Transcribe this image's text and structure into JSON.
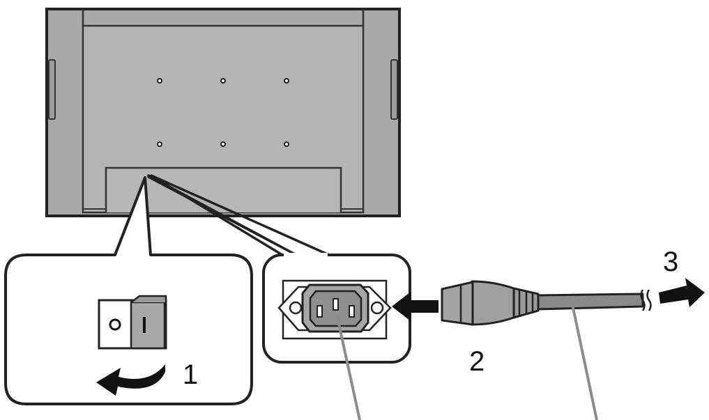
{
  "steps": [
    {
      "id": "power-switch-step",
      "label": "1"
    },
    {
      "id": "plug-in-step",
      "label": "2"
    },
    {
      "id": "wall-outlet-step",
      "label": "3"
    }
  ],
  "colors": {
    "panel": "#a8a8a8",
    "panel_light": "#bdbdbd",
    "outline": "#222222",
    "arrow": "#111111",
    "cable": "#8a8a8a",
    "leader": "#8c8c8c"
  },
  "icons": [
    "monitor-rear-icon",
    "rocker-switch-icon",
    "ac-inlet-icon",
    "power-plug-icon",
    "insert-arrow-icon",
    "curved-arrow-icon",
    "outlet-arrow-icon"
  ]
}
